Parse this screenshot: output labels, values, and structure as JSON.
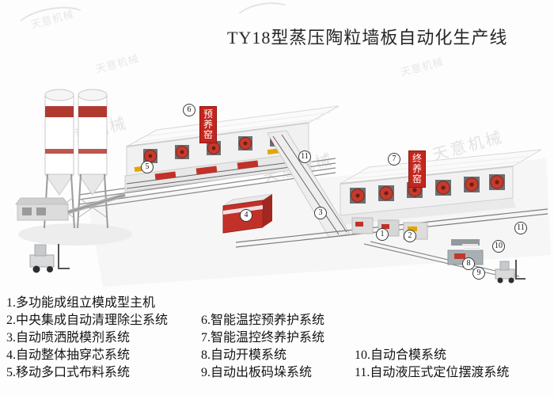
{
  "title": "TY18型蒸压陶粒墙板自动化生产线",
  "watermark": "天意机械",
  "labels": {
    "pre_curing_kiln": "预养窑",
    "final_curing_kiln": "终养窑"
  },
  "colors": {
    "accent_red": "#c4261d",
    "fan_red": "#c43b2e",
    "silo_band_red": "#b03a30"
  },
  "callouts": [
    "1",
    "2",
    "3",
    "4",
    "5",
    "6",
    "7",
    "8",
    "9",
    "10",
    "11"
  ],
  "legend": {
    "columns": [
      {
        "items": [
          "1.多功能成组立模成型主机",
          "2.中央集成自动清理除尘系统",
          "3.自动喷洒脱模剂系统",
          "4.自动整体抽穿芯系统",
          "5.移动多口式布料系统"
        ]
      },
      {
        "items": [
          "6.智能温控预养护系统",
          "7.智能温控终养护系统",
          "8.自动开模系统",
          "9.自动出板码垛系统"
        ]
      },
      {
        "items": [
          "10.自动合模系统",
          "11.自动液压式定位摆渡系统"
        ]
      }
    ]
  }
}
